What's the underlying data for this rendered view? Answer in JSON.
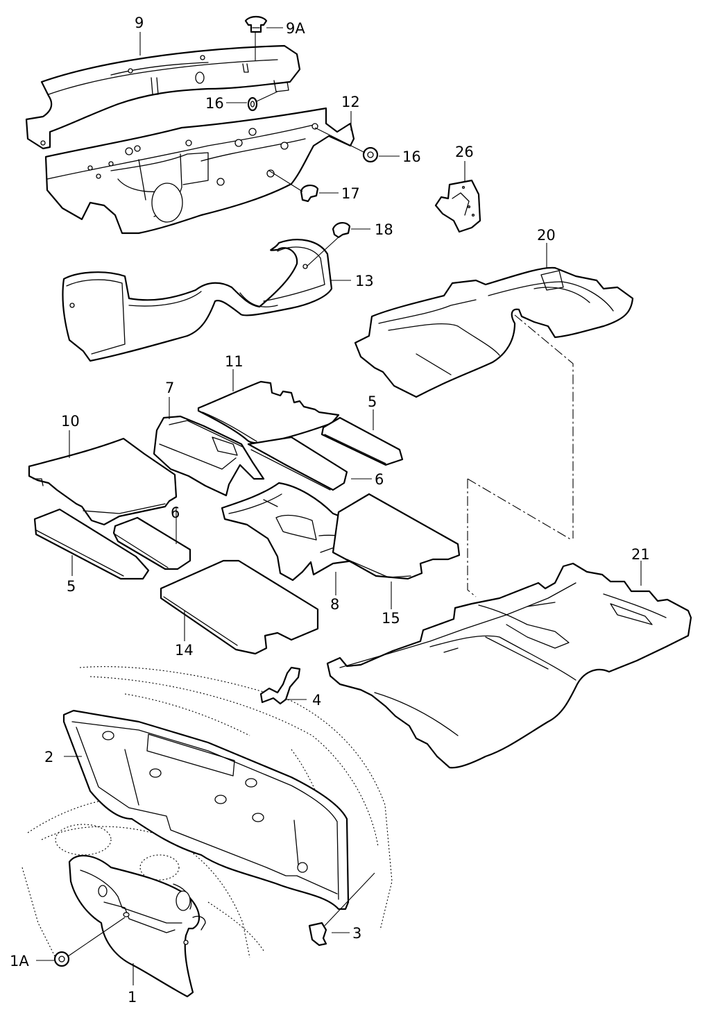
{
  "labels": {
    "p9": "9",
    "p9a": "9A",
    "p16a": "16",
    "p12": "12",
    "p16b": "16",
    "p17": "17",
    "p26": "26",
    "p18": "18",
    "p20": "20",
    "p13": "13",
    "p11": "11",
    "p7": "7",
    "p5a": "5",
    "p10": "10",
    "p6a": "6",
    "p6b": "6",
    "p5b": "5",
    "p8": "8",
    "p15": "15",
    "p14": "14",
    "p21": "21",
    "p4": "4",
    "p2": "2",
    "p3": "3",
    "p1a": "1A",
    "p1": "1"
  }
}
